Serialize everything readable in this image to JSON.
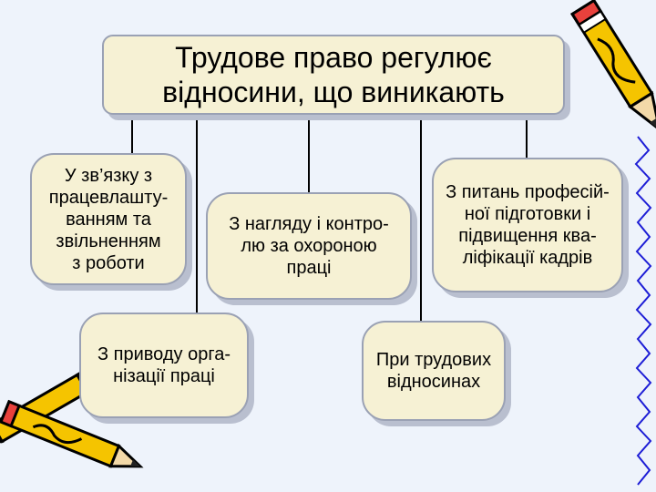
{
  "title": "Трудове право регулює\nвідносини, що виникають",
  "nodes": {
    "dismissal": "У зв’язку з\nпрацевлашту-\nванням та\nзвільненням\nз роботи",
    "safety": "З нагляду і контро-\nлю за охороною\nпраці",
    "training": "З питань професій-\nної підготовки і\nпідвищення ква-\nліфікації кадрів",
    "organization": "З приводу орга-\nнізації праці",
    "relations": "При трудових\nвідносинах"
  },
  "colors": {
    "background": "#eef3fb",
    "box_fill": "#f6f1d4",
    "box_border": "#9aa1b4",
    "connector": "#000000",
    "pencil_body": "#f5c400",
    "pencil_stripe": "#e8413c",
    "squiggle": "#1d1dd6"
  },
  "icons": [
    "pencil-icon",
    "crossed-pencils-icon",
    "blue-squiggle-decoration"
  ]
}
